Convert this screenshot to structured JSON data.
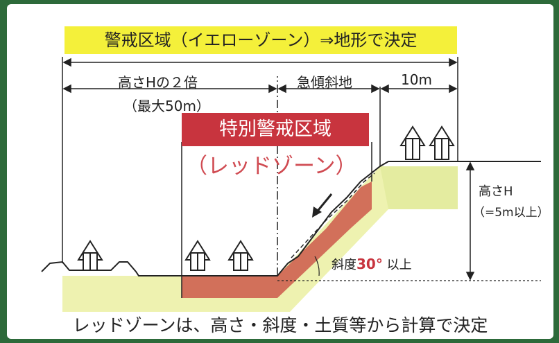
{
  "colors": {
    "background_frame": "#2d6a3a",
    "yellow_zone": "#eef2b0",
    "yellow_highlight": "#f4f03a",
    "red_zone": "#d2705a",
    "red_banner": "#c8343e",
    "red_text": "#d04b52",
    "line": "#222222"
  },
  "title": "警戒区域（イエローゾーン）⇒地形で決定",
  "dimensions": {
    "height_twice": "高さHの２倍",
    "max": "（最大50m）",
    "steep_slope": "急傾斜地",
    "ten_m": "10m",
    "height_h": "高さH",
    "height_h_note": "（=5m以上）"
  },
  "red_zone": {
    "title": "特別警戒区域",
    "subtitle": "（レッドゾーン）"
  },
  "slope": {
    "prefix": "斜度",
    "angle": "30°",
    "suffix": "以上"
  },
  "bottom_text": "レッドゾーンは、高さ・斜度・土質等から計算で決定",
  "icons": [
    "house-icon",
    "arrow-down-left-icon"
  ]
}
